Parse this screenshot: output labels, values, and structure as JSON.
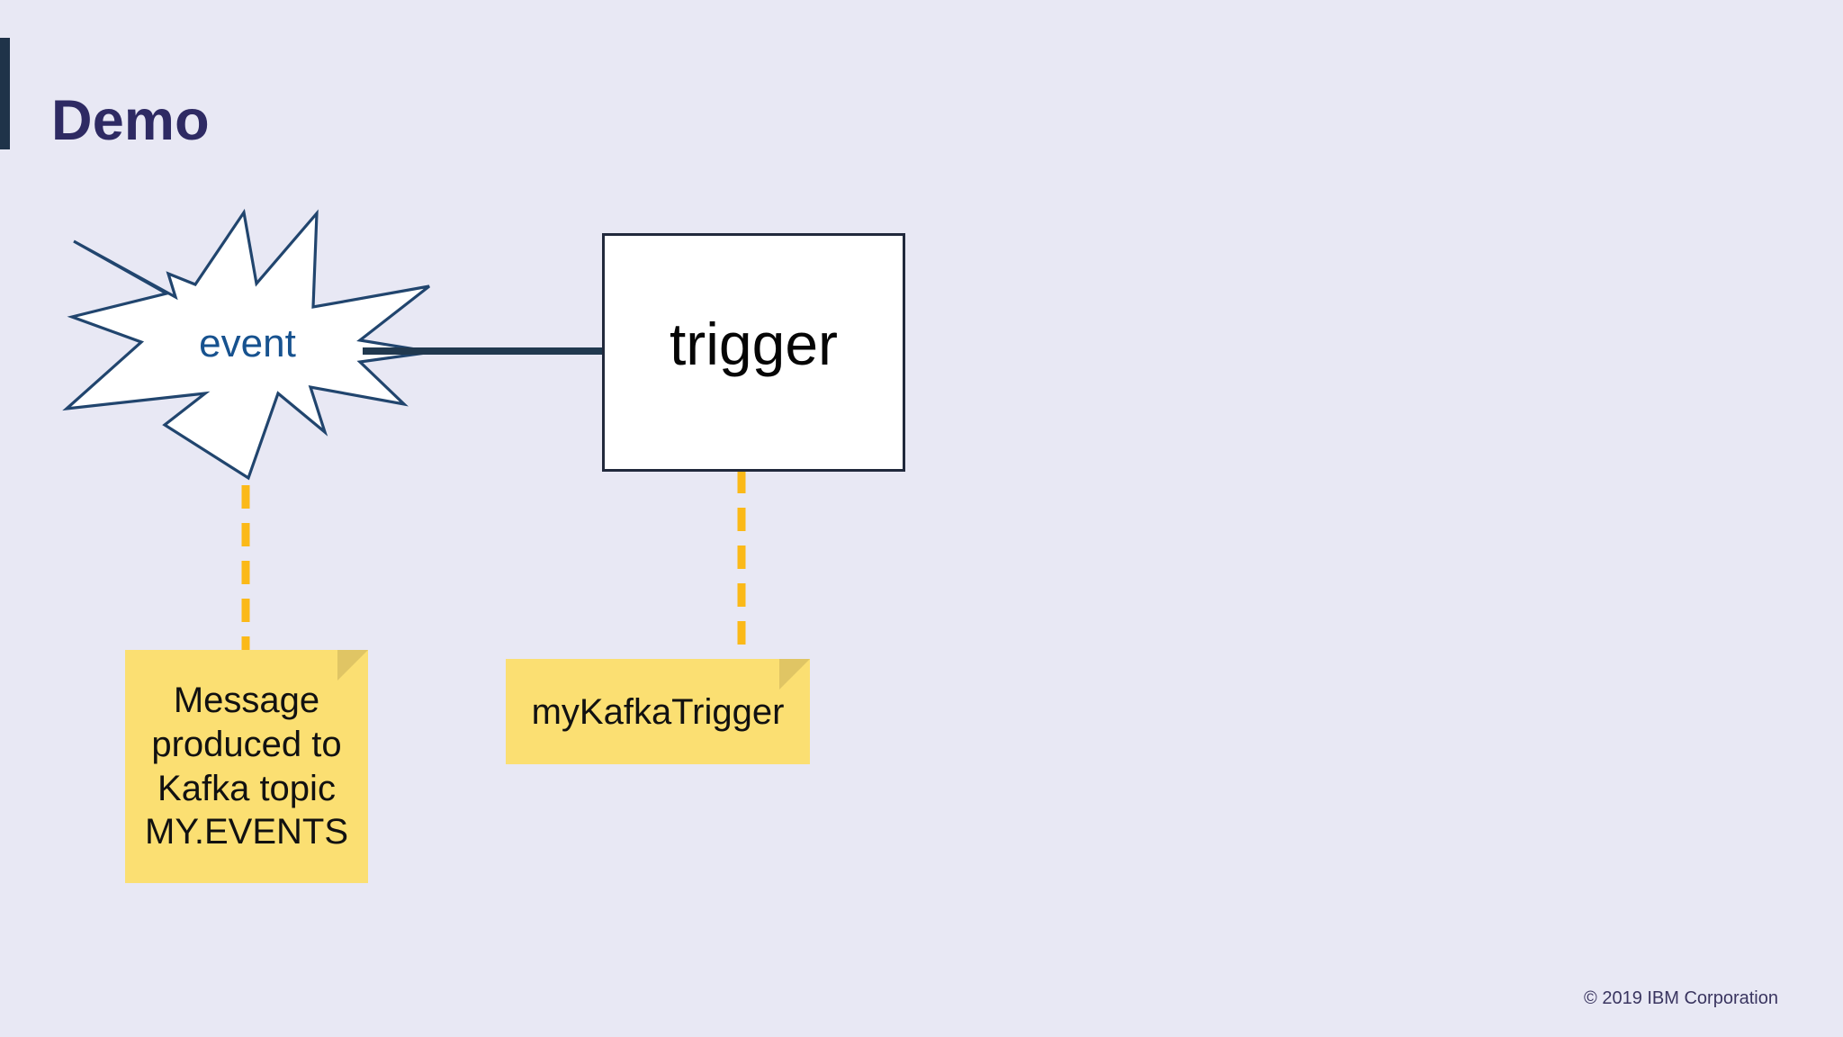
{
  "slide": {
    "title": "Demo",
    "background_color": "#e8e8f4",
    "accent_bar_color": "#1f3349",
    "title_color": "#2e2a63"
  },
  "diagram": {
    "type": "flow",
    "nodes": [
      {
        "id": "event",
        "shape": "burst-star",
        "label": "event",
        "fill": "#ffffff",
        "stroke": "#21456e",
        "text_color": "#17528f"
      },
      {
        "id": "trigger",
        "shape": "rectangle",
        "label": "trigger",
        "fill": "#ffffff",
        "stroke": "#21293c",
        "text_color": "#060606"
      }
    ],
    "connectors": [
      {
        "id": "trigger-to-event",
        "from": "trigger",
        "to": "event",
        "style": "solid",
        "color": "#21394f"
      },
      {
        "id": "event-to-note-message",
        "from": "event",
        "to": "note-message",
        "style": "dashed",
        "color": "#fbb918"
      },
      {
        "id": "trigger-to-note-trigger",
        "from": "trigger",
        "to": "note-trigger",
        "style": "dashed",
        "color": "#fbb918"
      }
    ]
  },
  "notes": [
    {
      "id": "note-message",
      "text": "Message\nproduced to\nKafka topic\nMY.EVENTS",
      "color": "#fbdf72"
    },
    {
      "id": "note-trigger",
      "text": "myKafkaTrigger",
      "color": "#fbdf72"
    }
  ],
  "footer": {
    "copyright": "© 2019 IBM Corporation"
  }
}
